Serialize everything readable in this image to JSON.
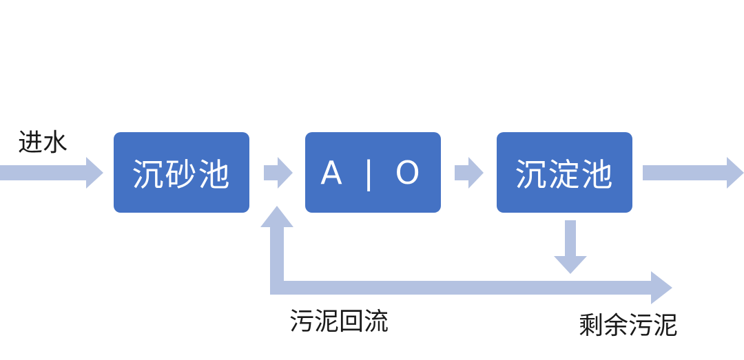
{
  "diagram": {
    "nodes": [
      {
        "id": "sand-tank",
        "label": "沉砂池"
      },
      {
        "id": "ao-tank",
        "label": "A | O"
      },
      {
        "id": "settling-tank",
        "label": "沉淀池"
      }
    ],
    "labels": {
      "inflow": "进水",
      "sludge_return": "污泥回流",
      "excess_sludge": "剩余污泥"
    },
    "colors": {
      "box_fill": "#4472c4",
      "box_text": "#ffffff",
      "arrow": "#b4c2e1",
      "label_text": "#1a1a1a"
    }
  }
}
